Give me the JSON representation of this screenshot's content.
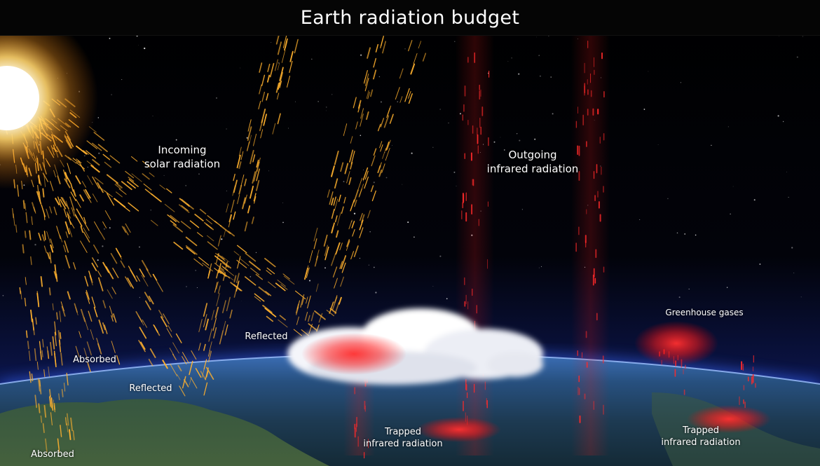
{
  "title": "Earth radiation budget",
  "labels": {
    "incoming": [
      "Incoming",
      "solar radiation"
    ],
    "outgoing": [
      "Outgoing",
      "infrared radiation"
    ],
    "greenhouse": "Greenhouse gases",
    "reflected_cloud": "Reflected",
    "reflected_ground": "Reflected",
    "absorbed_1": "Absorbed",
    "absorbed_2": "Absorbed",
    "trapped_1": [
      "Trapped",
      "infrared radiation"
    ],
    "trapped_2": [
      "Trapped",
      "infrared radiation"
    ]
  },
  "colors": {
    "solar": "#ffb12e",
    "infrared": "#ff2a2a",
    "atmosphere": "#2f63ff",
    "space": "#000000"
  }
}
